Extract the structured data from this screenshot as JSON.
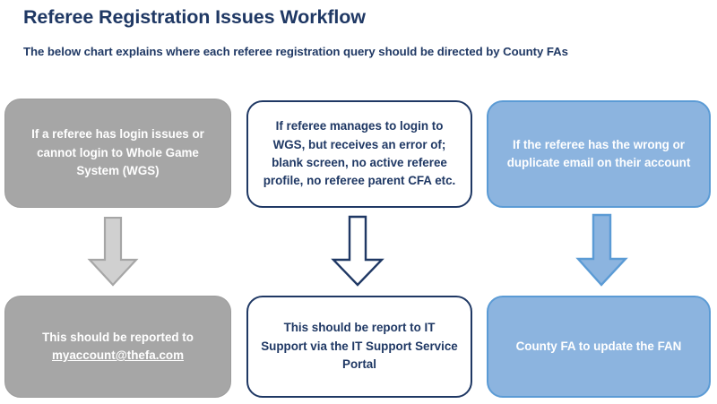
{
  "header": {
    "title": "Referee Registration Issues Workflow",
    "subtitle": "The below chart explains where each referee registration query should be directed by County FAs"
  },
  "colors": {
    "navy": "#1F3864",
    "gray_fill": "#A6A6A6",
    "gray_border": "#9C9C9C",
    "blue_fill": "#8CB4DF",
    "blue_border": "#5B9BD5",
    "white": "#FFFFFF"
  },
  "flow": {
    "columns": [
      {
        "id": "login-issues",
        "theme": "gray",
        "problem": "If a referee has login issues or cannot login to Whole Game System (WGS)",
        "arrow": "down-arrow-gray",
        "resolution_prefix": "This should be reported to ",
        "resolution_link": "myaccount@thefa.com"
      },
      {
        "id": "wgs-error",
        "theme": "outline",
        "problem": "If referee manages to login to WGS, but receives an error of; blank screen, no active referee profile, no referee parent CFA etc.",
        "arrow": "down-arrow-outline",
        "resolution": "This should be report to IT Support via the IT Support Service Portal"
      },
      {
        "id": "wrong-email",
        "theme": "blue",
        "problem": "If the referee has the wrong or duplicate email on their account",
        "arrow": "down-arrow-blue",
        "resolution": "County FA to update the FAN"
      }
    ]
  }
}
